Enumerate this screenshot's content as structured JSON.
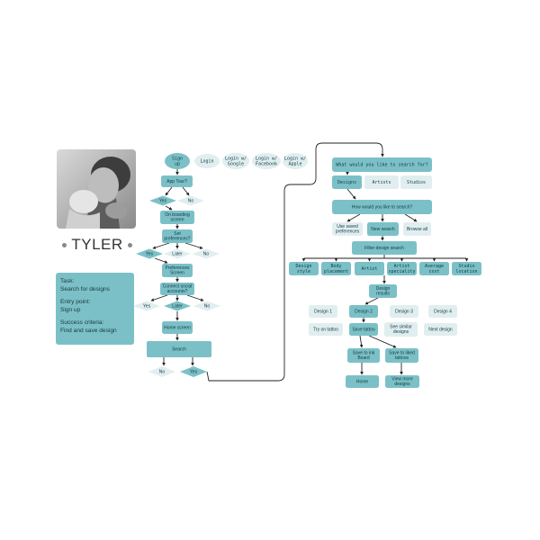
{
  "persona": {
    "name": "TYLER",
    "photo_icon": "father-holding-baby-photo",
    "task_label": "Task:",
    "task": "Search for designs",
    "entry_label": "Entry point:",
    "entry": "Sign up",
    "success_label": "Success criteria:",
    "success": "Find and save design"
  },
  "colors": {
    "teal": "#7cc0c7",
    "teal_dark": "#5aabb3",
    "light": "#e1eef0",
    "text": "#103a40"
  },
  "flow_left": {
    "sign_up": [
      "Sign",
      "up"
    ],
    "login": "Login",
    "login_google": [
      "Login w/",
      "Google"
    ],
    "login_facebook": [
      "Login w/",
      "Facebook"
    ],
    "login_apple": [
      "Login w/",
      "Apple"
    ],
    "app_tour": "App Tour?",
    "yes": "Yes",
    "no": "No",
    "later": "Later",
    "onboarding": [
      "On boarding",
      "screen"
    ],
    "set_preferences": [
      "Set",
      "preferences?"
    ],
    "preferences_screen": [
      "Preferences",
      "Screen"
    ],
    "connect_social": [
      "Connect social",
      "accounts?"
    ],
    "home_screen": "Home screen",
    "search": "Search"
  },
  "flow_right": {
    "question": "What would you like to search for?",
    "tabs": [
      "Designs",
      "Artists",
      "Studios"
    ],
    "how_search": "How would you like to search?",
    "use_saved": [
      "Use saved",
      "preferences"
    ],
    "new_search": "New search",
    "browse_all": "Browse all",
    "filter": "Filter design search",
    "filters": [
      [
        "Design",
        "style"
      ],
      [
        "Body",
        "placement"
      ],
      [
        "Artist"
      ],
      [
        "Artist",
        "speciality"
      ],
      [
        "Average",
        "cost"
      ],
      [
        "Studio",
        "location"
      ]
    ],
    "design_results": [
      "Design",
      "results"
    ],
    "designs": [
      "Design 1",
      "Design 2",
      "Design 3",
      "Design 4"
    ],
    "try_on": "Try on tattoo",
    "save_tattoo": "Save tattoo",
    "see_similar": [
      "See similar",
      "designs"
    ],
    "next_design": "Next design",
    "save_ink_board": [
      "Save to ink",
      "Board"
    ],
    "save_liked": [
      "Save to liked",
      "tattoos"
    ],
    "home": "Home",
    "view_more": [
      "View more",
      "designs"
    ]
  }
}
